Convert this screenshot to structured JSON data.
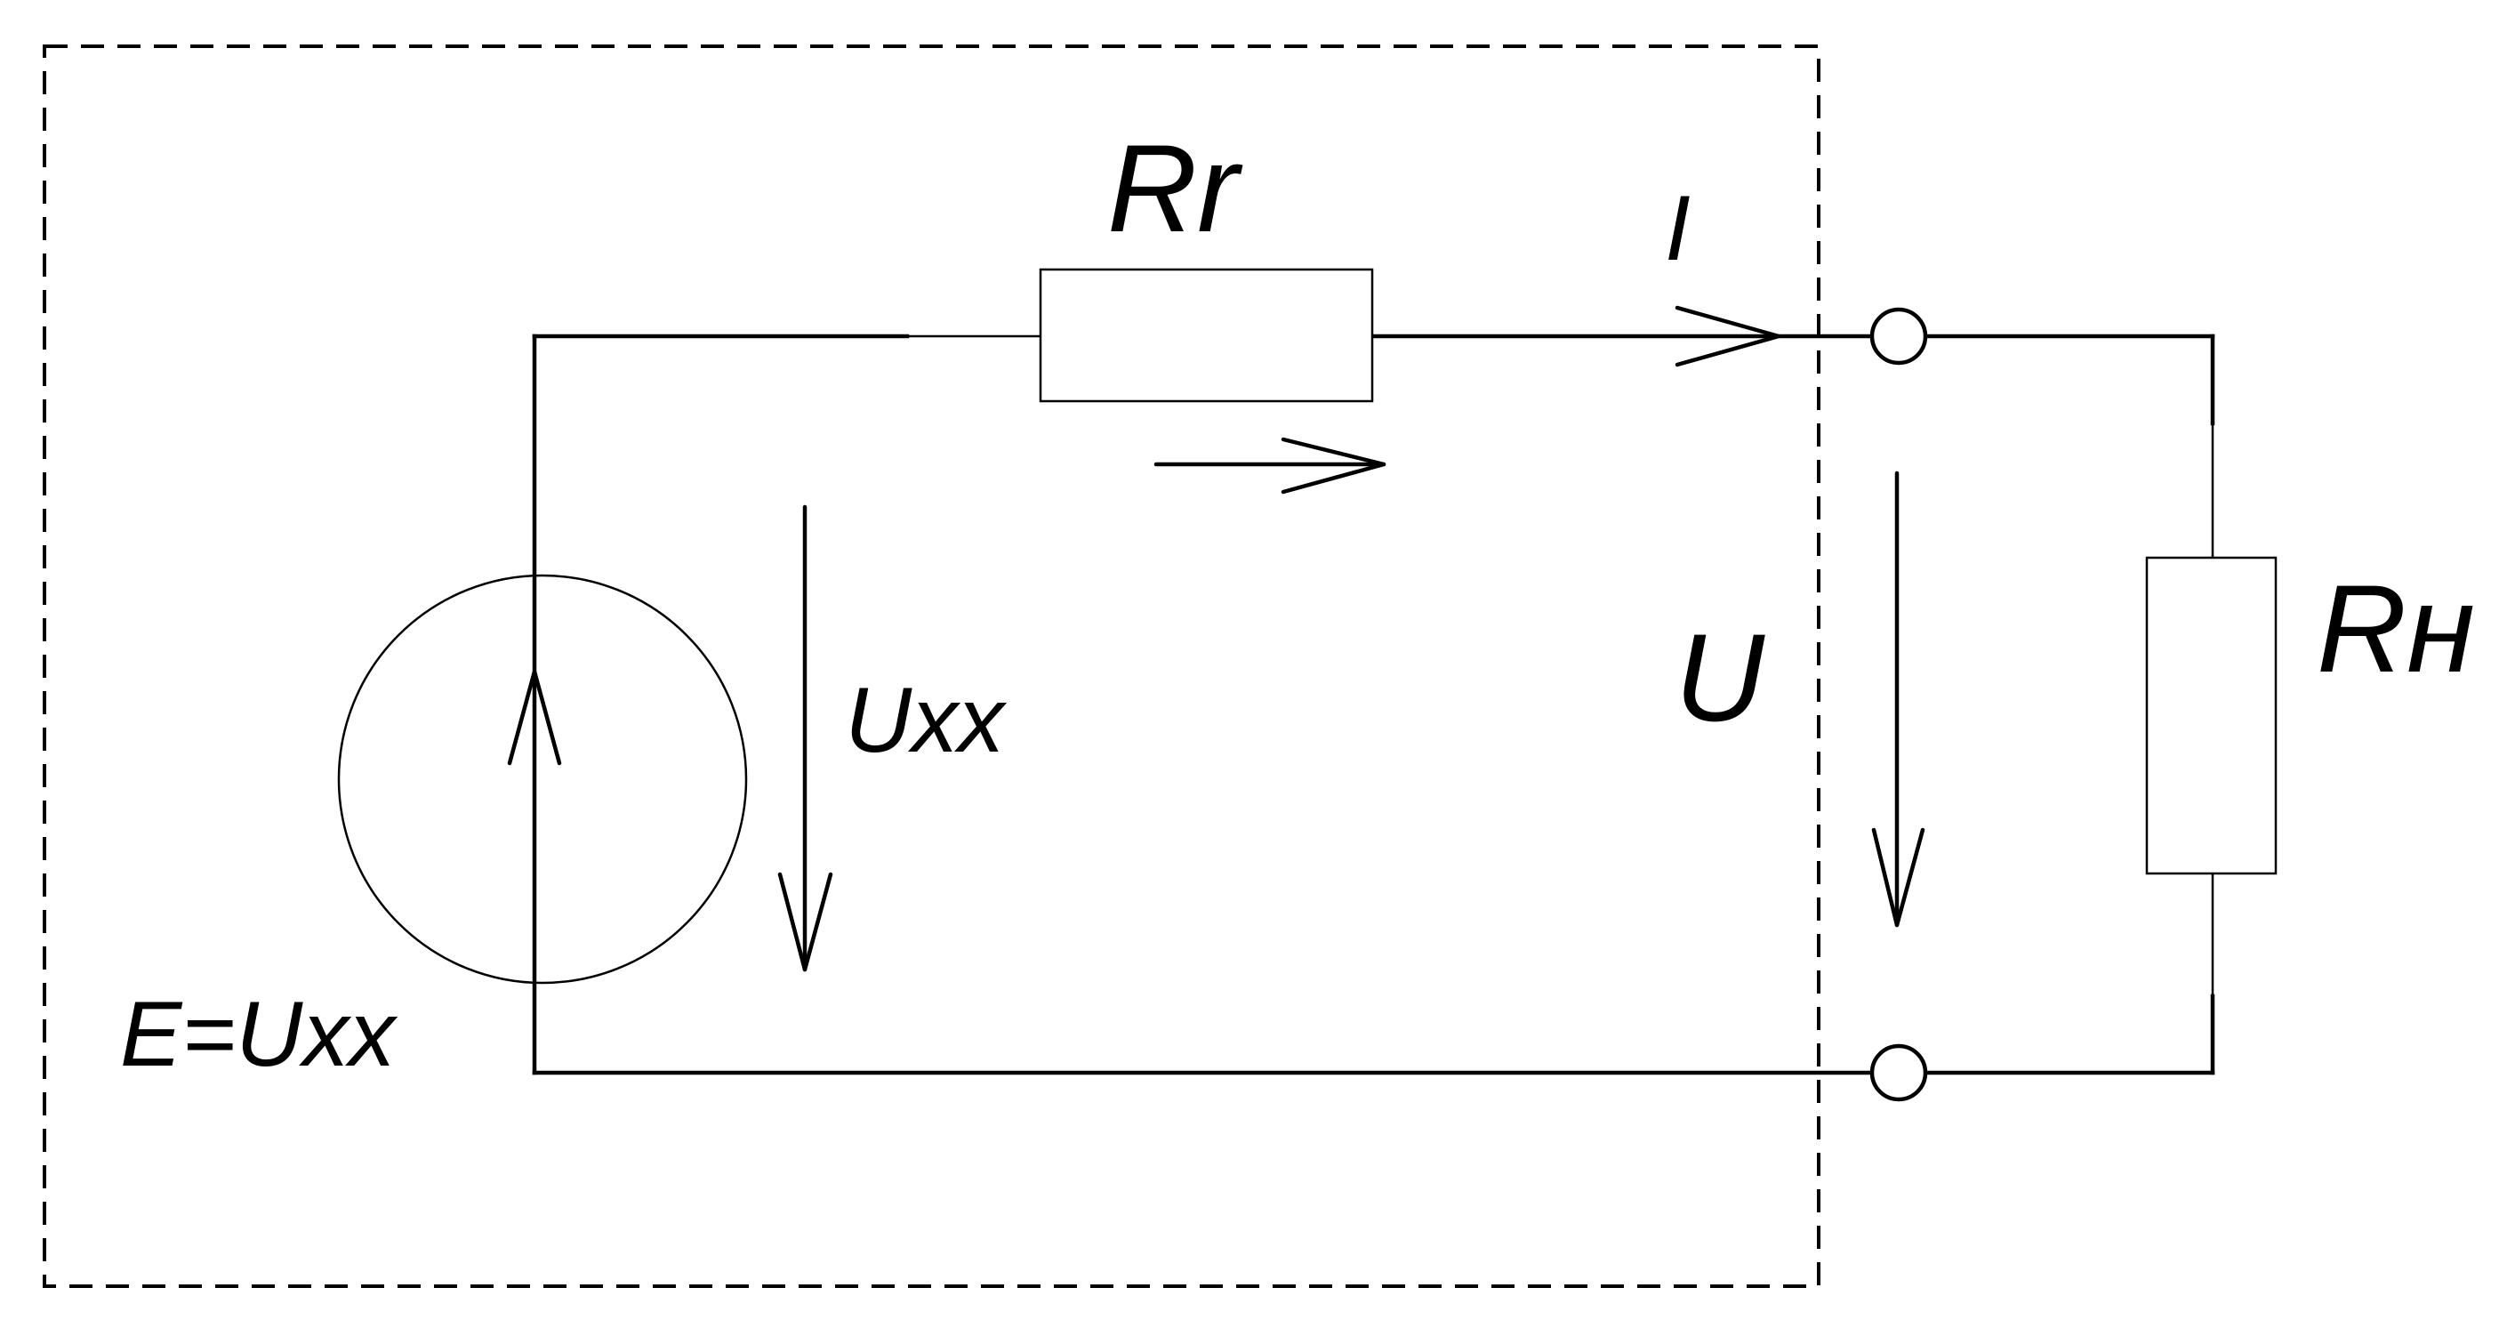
{
  "labels": {
    "internal_resistor": "Rr",
    "current": "I",
    "source": "E=Uxx",
    "open_circuit_voltage": "Uxx",
    "load_voltage": "U",
    "load_resistor": "Rн"
  }
}
